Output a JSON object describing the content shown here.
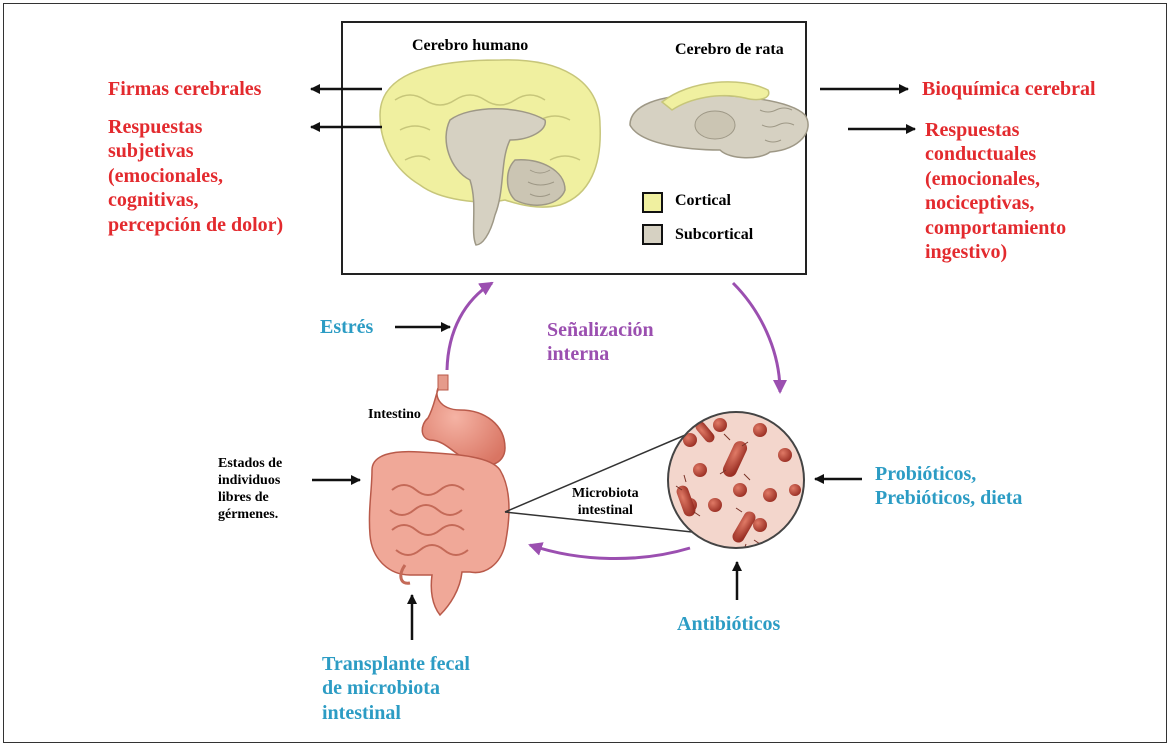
{
  "brain_box": {
    "human_title": "Cerebro humano",
    "rat_title": "Cerebro de rata",
    "legend": [
      {
        "label": "Cortical",
        "color": "#f0f0a0"
      },
      {
        "label": "Subcortical",
        "color": "#d6d1c2"
      }
    ]
  },
  "left_outputs": {
    "firmas": "Firmas cerebrales",
    "respuestas": [
      "Respuestas",
      "subjetivas",
      "(emocionales,",
      "cognitivas,",
      "percepción de dolor)"
    ]
  },
  "right_outputs": {
    "bioquimica": "Bioquímica cerebral",
    "respuestas": [
      "Respuestas",
      "conductuales",
      "(emocionales,",
      "nociceptivas,",
      "comportamiento",
      "ingestivo)"
    ]
  },
  "flow": {
    "estres": "Estrés",
    "senalizacion": [
      "Señalización",
      "interna"
    ]
  },
  "gut": {
    "intestino": "Intestino",
    "microbiota": [
      "Microbiota",
      "intestinal"
    ],
    "estados": [
      "Estados de",
      "individuos",
      "libres de",
      "gérmenes."
    ]
  },
  "inputs": {
    "probioticos": [
      "Probióticos,",
      "Prebióticos, dieta"
    ],
    "antibioticos": "Antibióticos",
    "transplante": [
      "Transplante fecal",
      "de microbiota",
      "intestinal"
    ]
  },
  "colors": {
    "red": "#e32a2e",
    "blue": "#2c9cc4",
    "purple": "#9b4fb0",
    "cortical": "#f0f0a0",
    "subcortical": "#d6d1c2"
  }
}
